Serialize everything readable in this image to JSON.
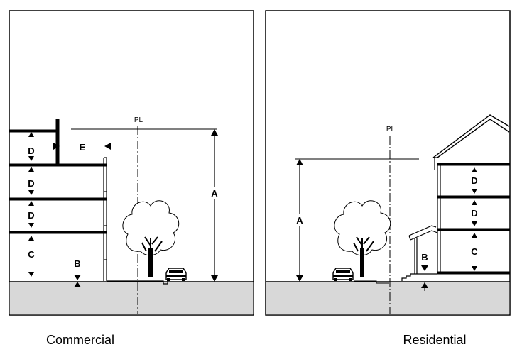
{
  "panels": {
    "commercial": {
      "caption": "Commercial",
      "property_line": "PL",
      "labels": {
        "a": "A",
        "b": "B",
        "c": "C",
        "d1": "D",
        "d2": "D",
        "d3": "D",
        "e": "E"
      }
    },
    "residential": {
      "caption": "Residential",
      "property_line": "PL",
      "labels": {
        "a": "A",
        "b": "B",
        "c": "C",
        "d1": "D",
        "d2": "D"
      }
    }
  },
  "colors": {
    "ground": "#d8d8d8",
    "line": "#000000",
    "background": "#ffffff"
  }
}
